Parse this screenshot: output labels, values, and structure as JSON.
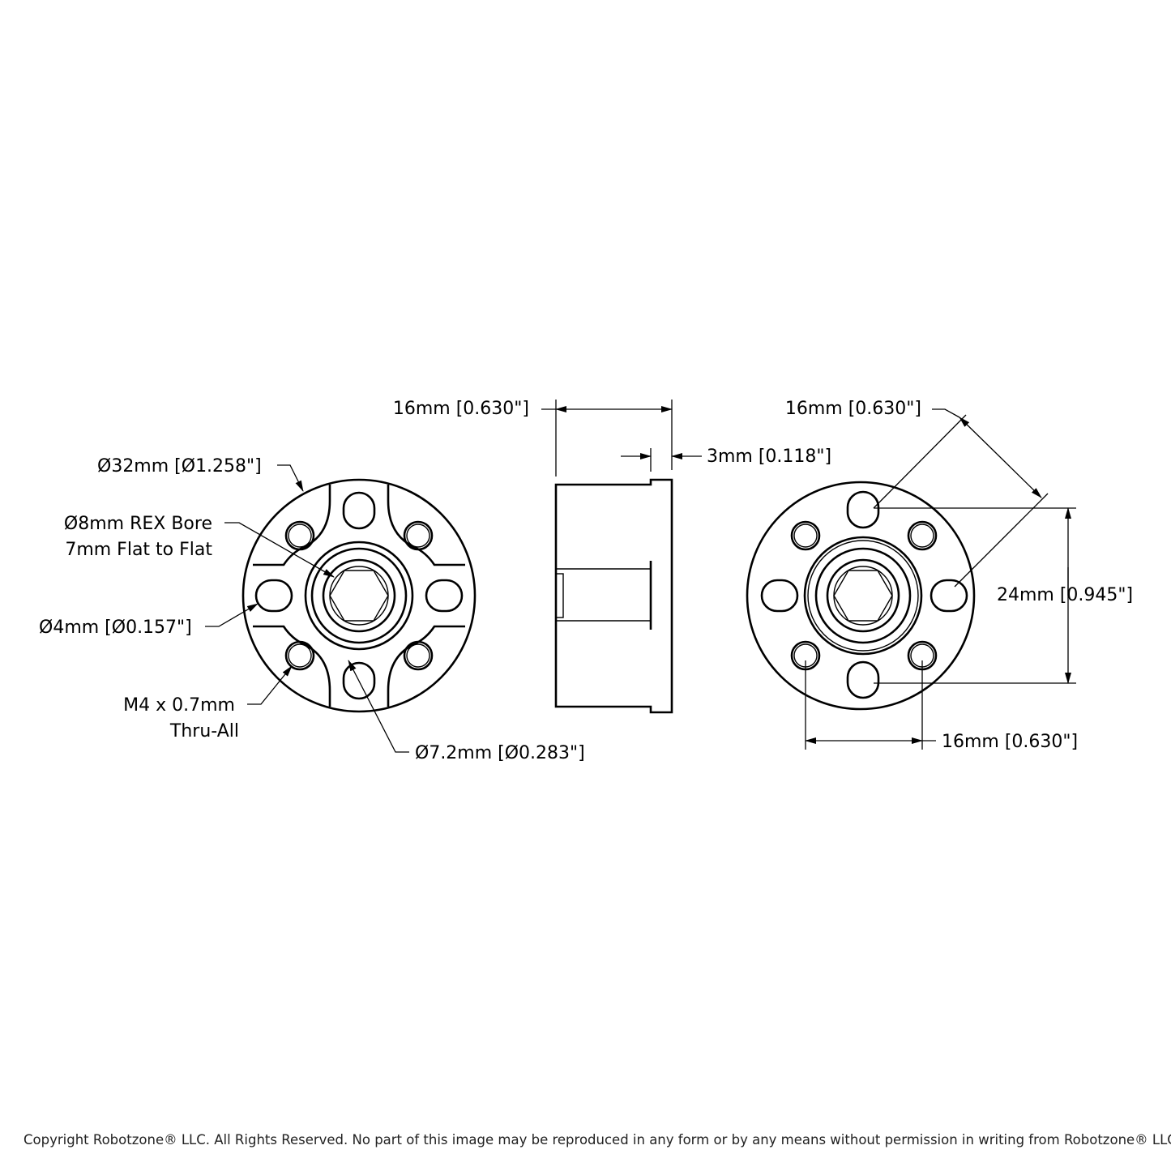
{
  "front_view": {
    "outer_diameter": "Ø32mm [Ø1.258\"]",
    "bore_line1": "Ø8mm REX Bore",
    "bore_line2": "7mm Flat to Flat",
    "slot_hole": "Ø4mm [Ø0.157\"]",
    "tap_line1": "M4 x 0.7mm",
    "tap_line2": "Thru-All",
    "hub_diameter": "Ø7.2mm [Ø0.283\"]"
  },
  "side_view": {
    "overall_length": "16mm [0.630\"]",
    "flange_thickness": "3mm [0.118\"]"
  },
  "back_view": {
    "diagonal_spacing": "16mm [0.630\"]",
    "vertical_spacing": "24mm [0.945\"]",
    "horizontal_spacing": "16mm [0.630\"]"
  },
  "footer": {
    "copyright": "Copyright Robotzone® LLC.  All Rights Reserved. No part of this image may be reproduced in any form or by any means without permission in writing from Robotzone® LLC."
  }
}
